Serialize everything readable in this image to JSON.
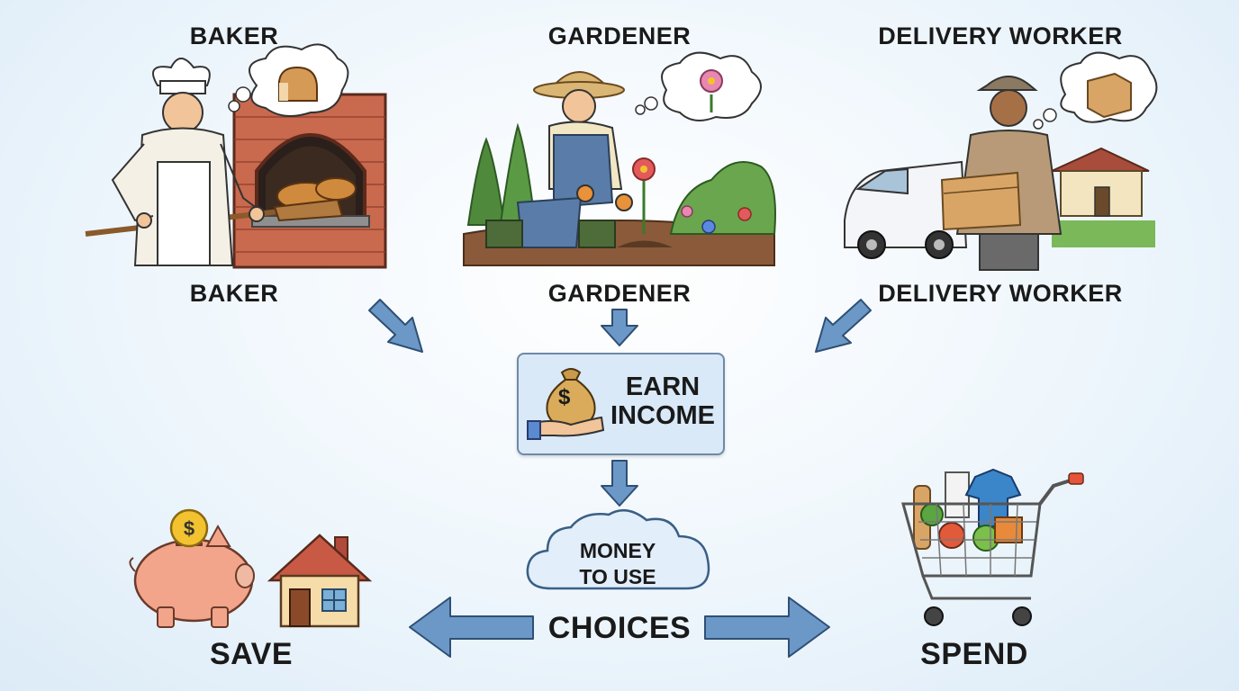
{
  "workers": [
    {
      "title": "BAKER",
      "caption": "BAKER"
    },
    {
      "title": "GARDENER",
      "caption": "GARDENER"
    },
    {
      "title": "DELIVERY WORKER",
      "caption": "DELIVERY WORKER"
    }
  ],
  "income": {
    "line1": "EARN",
    "line2": "INCOME",
    "icon": "money-bag-hand-icon"
  },
  "money": {
    "line1": "MONEY",
    "line2": "TO USE"
  },
  "choices": "CHOICES",
  "save": {
    "label": "SAVE",
    "coin_symbol": "$"
  },
  "spend": {
    "label": "SPEND"
  },
  "colors": {
    "arrow_fill": "#6b98c7",
    "arrow_stroke": "#2f4f74",
    "box_fill": "#d9e9f8",
    "cloud_fill": "#e2eefa"
  }
}
